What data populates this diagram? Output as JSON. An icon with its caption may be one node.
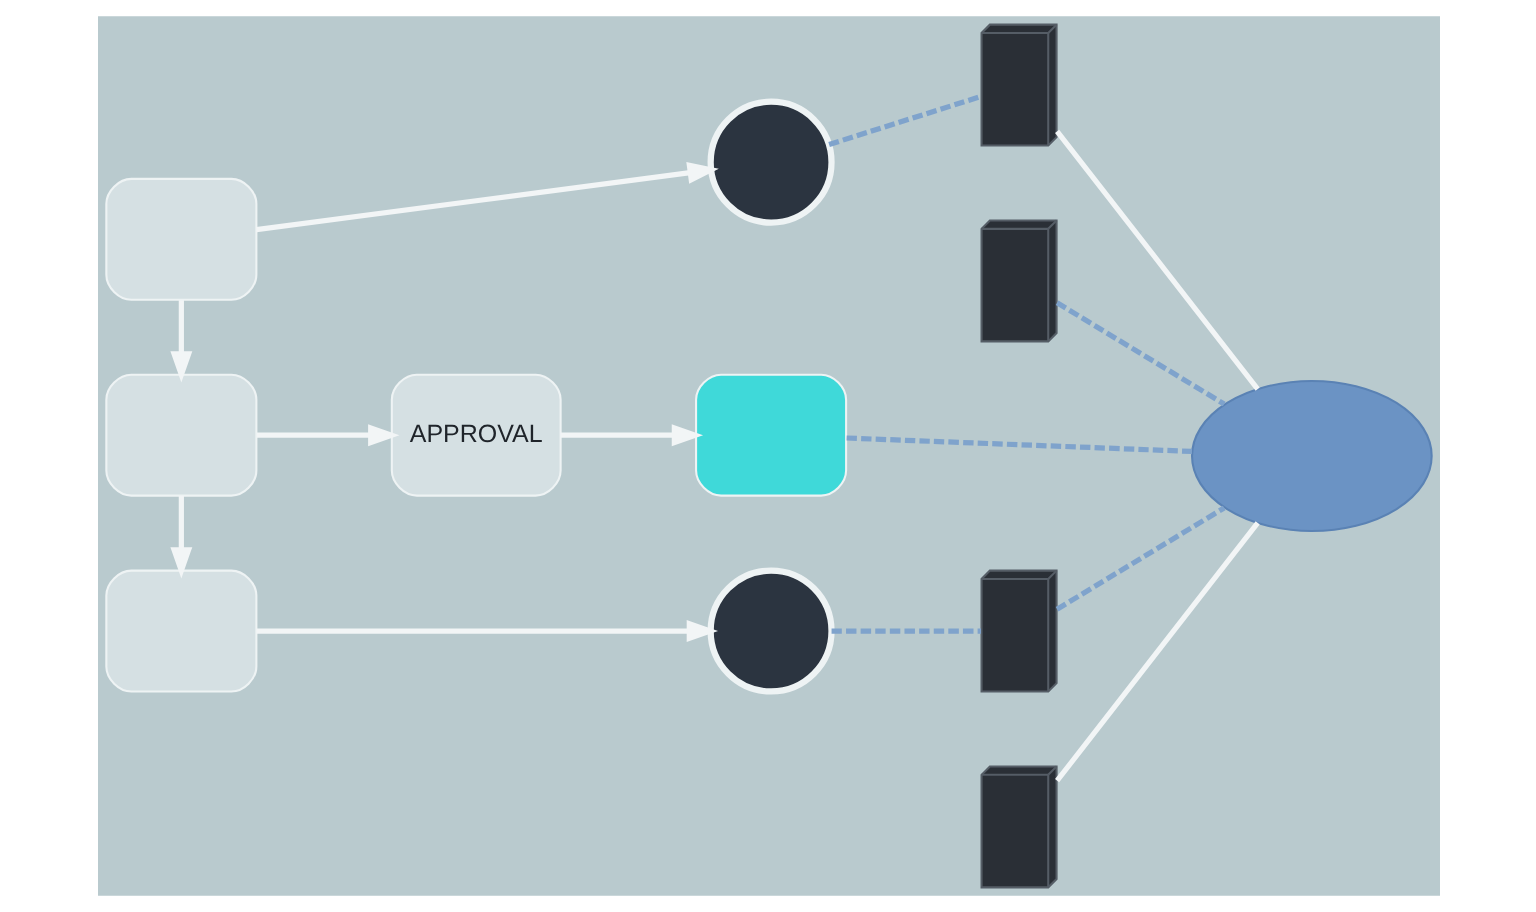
{
  "diagram": {
    "nodes": [
      {
        "text": [],
        "shape": "box"
      },
      {
        "text": [],
        "shape": "circle"
      },
      {
        "text": [],
        "shape": "server"
      },
      {
        "text": [],
        "shape": "server"
      },
      {
        "text": [],
        "shape": "box"
      },
      {
        "text": [
          "APPROVAL"
        ]
      },
      {
        "text": [],
        "shape": "box"
      },
      {
        "text": [],
        "shape": "cloud"
      },
      {
        "text": [],
        "shape": "box"
      },
      {
        "text": [],
        "shape": "circle"
      },
      {
        "text": [],
        "shape": "server"
      },
      {
        "text": [],
        "shape": "server"
      }
    ],
    "edges": [
      {
        "from": 0,
        "to": 1,
        "arrow": "to"
      },
      {
        "from": 0,
        "to": 4,
        "arrow": "to"
      },
      {
        "from": 4,
        "to": 5,
        "arrow": "to"
      },
      {
        "from": 5,
        "to": 6,
        "arrow": "to"
      },
      {
        "from": 4,
        "to": 8,
        "arrow": "to"
      },
      {
        "from": 8,
        "to": 9,
        "arrow": "to"
      },
      {
        "from": 1,
        "to": 2,
        "arrow": "none",
        "style": "dashed",
        "color": "#7fa3cc"
      },
      {
        "from": 6,
        "to": 7,
        "arrow": "none",
        "style": "dashed",
        "color": "#7fa3cc"
      },
      {
        "from": 9,
        "to": 10,
        "arrow": "none",
        "style": "dashed",
        "color": "#7fa3cc"
      },
      {
        "from": 2,
        "to": 7,
        "arrow": "none"
      },
      {
        "from": 3,
        "to": 7,
        "arrow": "none",
        "style": "dashed",
        "color": "#7fa3cc"
      },
      {
        "from": 10,
        "to": 7,
        "arrow": "none",
        "style": "dashed",
        "color": "#7fa3cc"
      },
      {
        "from": 11,
        "to": 7,
        "arrow": "none"
      }
    ]
  }
}
